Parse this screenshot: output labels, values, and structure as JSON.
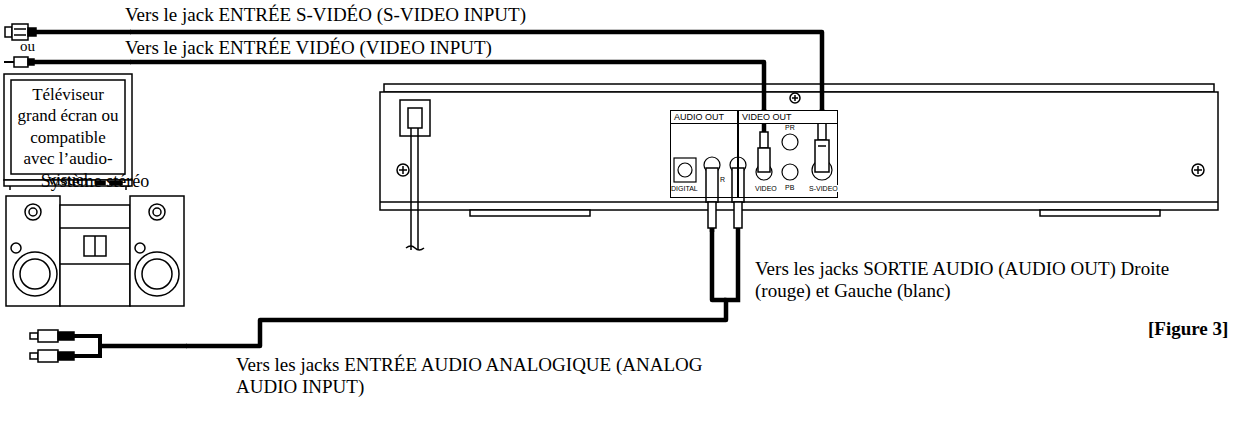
{
  "diagram": {
    "nodes": [
      {
        "text": [
          "Téléviseur grand écran ou compatible avec l’audio-visuel"
        ]
      },
      {
        "text": [
          "Système stéréo"
        ]
      },
      {
        "text": [
          "AUDIO OUT"
        ]
      },
      {
        "text": [
          "VIDEO OUT"
        ]
      }
    ],
    "edges": [
      {
        "from": 3,
        "to": 0,
        "arrow": "none",
        "label": "Vers le jack ENTRÉE S-VIDÉO (S-VIDEO INPUT)"
      },
      {
        "from": 3,
        "to": 0,
        "arrow": "none",
        "label": "Vers le jack ENTRÉE VIDÉO (VIDEO INPUT)"
      },
      {
        "from": 2,
        "to": 1,
        "arrow": "none",
        "label": "Vers les jacks SORTIE AUDIO (AUDIO OUT) Droite (rouge) et Gauche (blanc)"
      }
    ],
    "labels": [
      "ou",
      "DIGITAL",
      "R",
      "VIDEO",
      "PR",
      "PB",
      "S-VIDEO",
      "Vers les jacks ENTRÉE AUDIO ANALOGIQUE (ANALOG AUDIO INPUT)",
      "[Figure 3]"
    ]
  }
}
